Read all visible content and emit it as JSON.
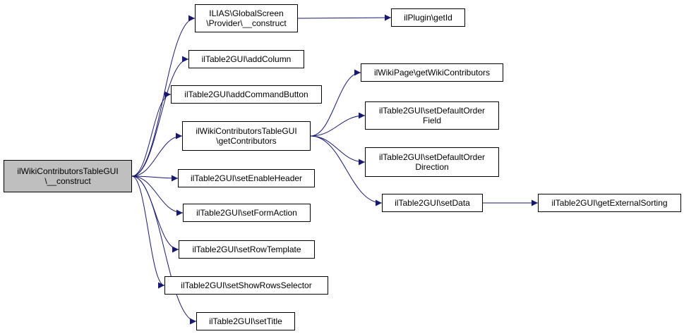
{
  "colors": {
    "edge": "#191970",
    "root_fill": "#bfbfbf",
    "node_fill": "#ffffff",
    "border": "#000000"
  },
  "nodes": {
    "root": {
      "label": "ilWikiContributorsTableGUI\n\\__construct"
    },
    "n1": {
      "label": "ILIAS\\GlobalScreen\n\\Provider\\__construct"
    },
    "n2": {
      "label": "ilTable2GUI\\addColumn"
    },
    "n3": {
      "label": "ilTable2GUI\\addCommandButton"
    },
    "n4": {
      "label": "ilWikiContributorsTableGUI\n\\getContributors"
    },
    "n5": {
      "label": "ilTable2GUI\\setEnableHeader"
    },
    "n6": {
      "label": "ilTable2GUI\\setFormAction"
    },
    "n7": {
      "label": "ilTable2GUI\\setRowTemplate"
    },
    "n8": {
      "label": "ilTable2GUI\\setShowRowsSelector"
    },
    "n9": {
      "label": "ilTable2GUI\\setTitle"
    },
    "n10": {
      "label": "ilPlugin\\getId"
    },
    "n11": {
      "label": "ilWikiPage\\getWikiContributors"
    },
    "n12": {
      "label": "ilTable2GUI\\setDefaultOrder\nField"
    },
    "n13": {
      "label": "ilTable2GUI\\setDefaultOrder\nDirection"
    },
    "n14": {
      "label": "ilTable2GUI\\setData"
    },
    "n15": {
      "label": "ilTable2GUI\\getExternalSorting"
    }
  },
  "edges": [
    [
      "root",
      "n1"
    ],
    [
      "root",
      "n2"
    ],
    [
      "root",
      "n3"
    ],
    [
      "root",
      "n4"
    ],
    [
      "root",
      "n5"
    ],
    [
      "root",
      "n6"
    ],
    [
      "root",
      "n7"
    ],
    [
      "root",
      "n8"
    ],
    [
      "root",
      "n9"
    ],
    [
      "n1",
      "n10"
    ],
    [
      "n4",
      "n11"
    ],
    [
      "n4",
      "n12"
    ],
    [
      "n4",
      "n13"
    ],
    [
      "n4",
      "n14"
    ],
    [
      "n14",
      "n15"
    ]
  ]
}
